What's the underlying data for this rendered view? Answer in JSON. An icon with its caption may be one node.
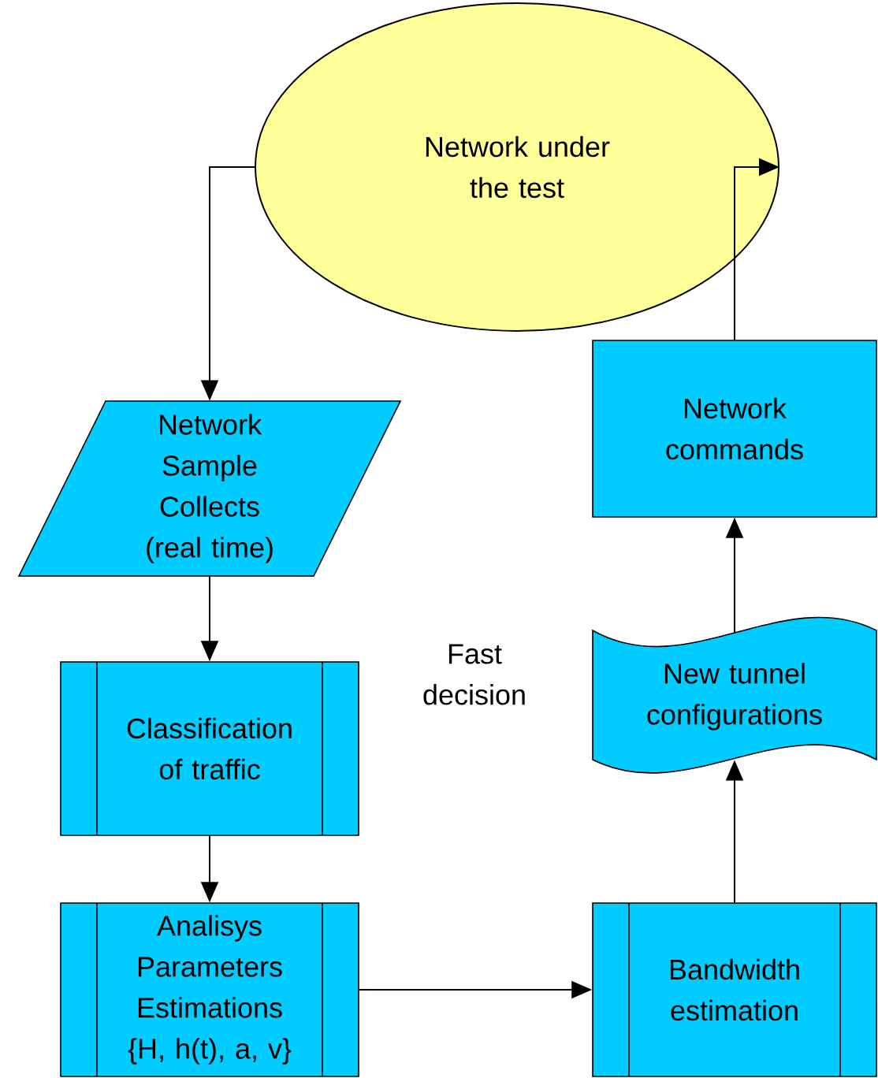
{
  "diagram": {
    "nodes": [
      {
        "text": [
          "Network under the test"
        ]
      },
      {
        "text": [
          "Network Sample Collects (real time)"
        ]
      },
      {
        "text": [
          "Classification of traffic"
        ]
      },
      {
        "text": [
          "Analisys Parameters Estimations {H, h(t), a, v}"
        ]
      },
      {
        "text": [
          "Bandwidth estimation"
        ]
      },
      {
        "text": [
          "New tunnel configurations"
        ]
      },
      {
        "text": [
          "Network commands"
        ]
      }
    ],
    "edges": [
      {
        "from": 0,
        "to": 1,
        "arrow": "to"
      },
      {
        "from": 1,
        "to": 2,
        "arrow": "to"
      },
      {
        "from": 2,
        "to": 3,
        "arrow": "to"
      },
      {
        "from": 3,
        "to": 4,
        "arrow": "to"
      },
      {
        "from": 4,
        "to": 5,
        "arrow": "to"
      },
      {
        "from": 5,
        "to": 6,
        "arrow": "to"
      },
      {
        "from": 6,
        "to": 0,
        "arrow": "to"
      }
    ],
    "labels": [
      "Fast decision"
    ]
  }
}
